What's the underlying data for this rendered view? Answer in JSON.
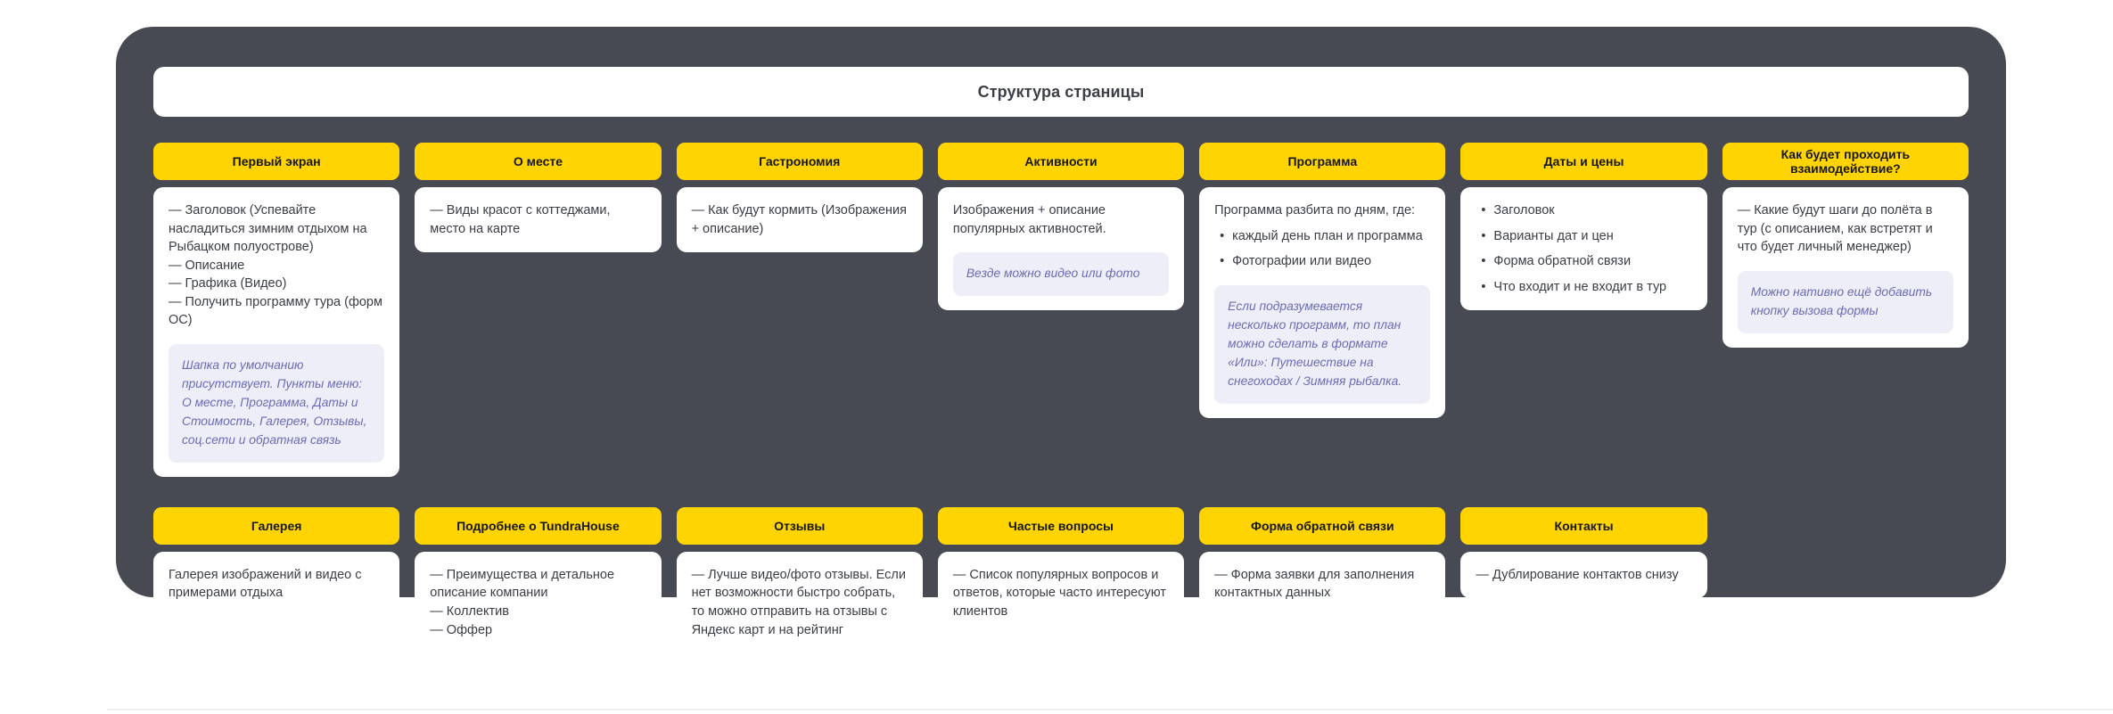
{
  "header": {
    "title": "Структура страницы"
  },
  "colors": {
    "board_bg": "#474A53",
    "accent_yellow": "#FFD400",
    "card_bg": "#FFFFFF",
    "note_bg": "#EEEEF8",
    "note_text": "#6B6BB5",
    "body_text": "#3A3D45",
    "page_bg": "#FFFFFF"
  },
  "rows": [
    {
      "sections": [
        {
          "id": "first-screen",
          "label": "Первый экран",
          "body": "— Заголовок (Успевайте насладиться зимним отдыхом на Рыбацком полуострове)\n— Описание\n— Графика (Видео)\n— Получить программу тура (форм ОС)",
          "note": "Шапка по умолчанию присутствует. Пункты меню: О месте, Программа, Даты и Стоимость, Галерея, Отзывы, соц.сети и обратная связь"
        },
        {
          "id": "about-place",
          "label": "О месте",
          "body": "— Виды красот с коттеджами, место на карте",
          "note": null
        },
        {
          "id": "gastronomy",
          "label": "Гастрономия",
          "body": "— Как будут кормить (Изображения + описание)",
          "note": null
        },
        {
          "id": "activities",
          "label": "Активности",
          "body": "Изображения + описание популярных активностей.",
          "note": "Везде можно видео или фото"
        },
        {
          "id": "program",
          "label": "Программа",
          "lead": "Программа разбита по дням, где:",
          "bullets": [
            "каждый день план и программа",
            "Фотографии или видео"
          ],
          "note": "Если подразумевается несколько программ, то план можно сделать в формате «Или»: Путешествие на снегоходах / Зимняя рыбалка."
        },
        {
          "id": "dates-prices",
          "label": "Даты и цены",
          "bullets": [
            "Заголовок",
            "Варианты дат и цен",
            "Форма обратной связи",
            "Что входит и не входит в тур"
          ],
          "note": null
        },
        {
          "id": "interaction",
          "label": "Как будет проходить взаимодействие?",
          "body": "— Какие будут шаги до полёта в тур (с описанием, как встретят и что будет личный менеджер)",
          "note": "Можно нативно ещё добавить кнопку вызова формы"
        }
      ]
    },
    {
      "sections": [
        {
          "id": "gallery",
          "label": "Галерея",
          "body": "Галерея изображений и видео с примерами отдыха",
          "note": null
        },
        {
          "id": "about-tundrahouse",
          "label": "Подробнее о TundraHouse",
          "body": "— Преимущества и детальное описание компании\n— Коллектив\n— Оффер",
          "note": null
        },
        {
          "id": "reviews",
          "label": "Отзывы",
          "body": "— Лучше видео/фото отзывы. Если нет возможности быстро собрать, то можно отправить на отзывы с Яндекс карт и на рейтинг",
          "note": null
        },
        {
          "id": "faq",
          "label": "Частые вопросы",
          "body": "— Список популярных вопросов и ответов, которые часто интересуют клиентов",
          "note": null
        },
        {
          "id": "feedback-form",
          "label": "Форма обратной связи",
          "body": "— Форма заявки для заполнения контактных данных",
          "note": null
        },
        {
          "id": "contacts",
          "label": "Контакты",
          "body": "— Дублирование контактов снизу",
          "note": null
        }
      ]
    }
  ]
}
